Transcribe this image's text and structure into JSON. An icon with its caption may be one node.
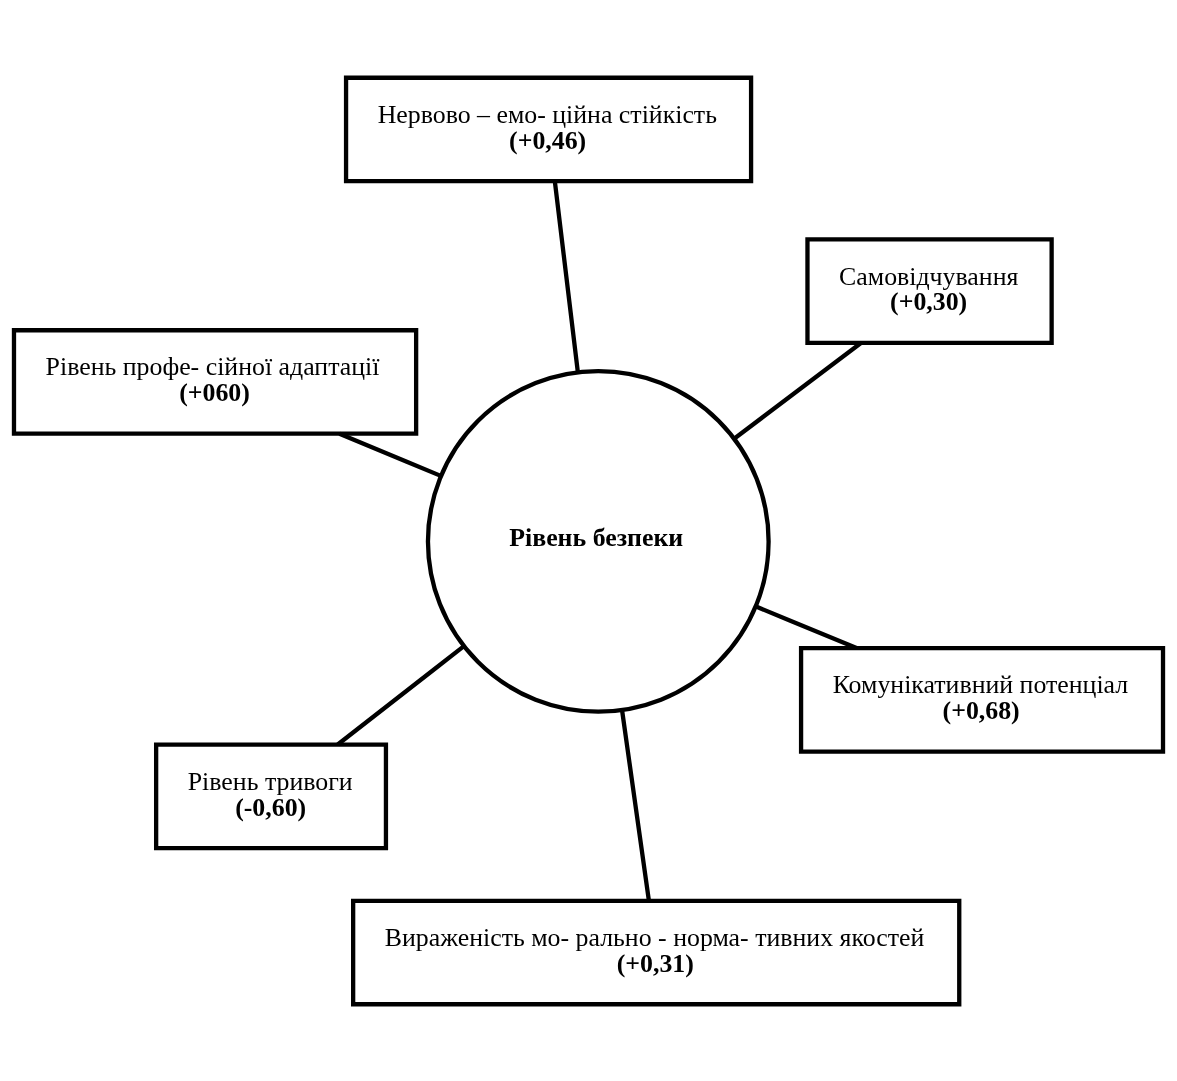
{
  "diagram": {
    "nodes": [
      {
        "text": [
          "Рівень профе- сійної адаптації",
          "(+060)"
        ]
      },
      {
        "text": [
          "Комунікативний потенціал",
          "(+0,68)"
        ]
      },
      {
        "text": [
          "Вираженість мо- рально - норма- тивних якостей",
          "(+0,31)"
        ]
      },
      {
        "text": [
          "Рівень безпеки"
        ]
      },
      {
        "text": [
          "Самовідчування",
          "(+0,30)"
        ]
      },
      {
        "text": [
          "Нервово – емо- ційна стійкість",
          "(+0,46)"
        ]
      },
      {
        "text": [
          "Рівень тривоги",
          "(-0,60)"
        ]
      }
    ],
    "edges": [
      {
        "from": 3,
        "to": 0,
        "arrow": "none"
      },
      {
        "from": 3,
        "to": 1,
        "arrow": "none"
      },
      {
        "from": 3,
        "to": 2,
        "arrow": "none"
      },
      {
        "from": 3,
        "to": 4,
        "arrow": "none"
      },
      {
        "from": 3,
        "to": 5,
        "arrow": "none"
      },
      {
        "from": 3,
        "to": 6,
        "arrow": "none"
      }
    ]
  }
}
